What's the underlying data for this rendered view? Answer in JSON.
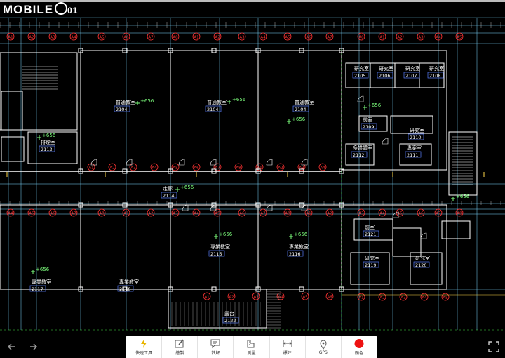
{
  "brand": {
    "name": "MOBILE",
    "suffix": "01"
  },
  "colors": {
    "line": "#ffffff",
    "grid": "#7cd9ff",
    "accent": "#ff3333",
    "axis": "#ffd84a",
    "text_cyan": "#9cf",
    "room_num": "#5a80ff"
  },
  "rooms": [
    {
      "name": "普通教室",
      "code": "2104"
    },
    {
      "name": "普通教室",
      "code": "2104"
    },
    {
      "name": "普通教室",
      "code": "2104"
    },
    {
      "name": "研究室",
      "code": "2105"
    },
    {
      "name": "研究室",
      "code": "2106"
    },
    {
      "name": "研究室",
      "code": "2107"
    },
    {
      "name": "研究室",
      "code": "2108"
    },
    {
      "name": "前室",
      "code": "2109"
    },
    {
      "name": "研究室",
      "code": "2110"
    },
    {
      "name": "專案室",
      "code": "2111"
    },
    {
      "name": "多媒體室",
      "code": "2112"
    },
    {
      "name": "排煙室",
      "code": "2113"
    },
    {
      "name": "走廊",
      "code": "2114"
    },
    {
      "name": "專業教室",
      "code": "2115"
    },
    {
      "name": "專業教室",
      "code": "2116"
    },
    {
      "name": "專業教室",
      "code": "2117"
    },
    {
      "name": "專業教室",
      "code": "2118"
    },
    {
      "name": "研究室",
      "code": "2119"
    },
    {
      "name": "研究室",
      "code": "2120"
    },
    {
      "name": "前室",
      "code": "2121"
    },
    {
      "name": "露台",
      "code": "2122"
    }
  ],
  "elevations": [
    "+656",
    "+656",
    "+656",
    "+656",
    "+656",
    "+656",
    "+656",
    "+656",
    "+656",
    "+656"
  ],
  "axis_markers": [
    "A1",
    "A2",
    "A3",
    "A4",
    "A5",
    "A6",
    "A7",
    "A8"
  ],
  "toolbar": {
    "items": [
      {
        "label": "快速工具",
        "icon": "lightning-icon"
      },
      {
        "label": "繪製",
        "icon": "draw-icon"
      },
      {
        "label": "註解",
        "icon": "comment-icon"
      },
      {
        "label": "測量",
        "icon": "measure-icon"
      },
      {
        "label": "標註",
        "icon": "dimension-icon"
      },
      {
        "label": "GPS",
        "icon": "gps-icon"
      },
      {
        "label": "顏色",
        "icon": "color-icon"
      }
    ]
  }
}
